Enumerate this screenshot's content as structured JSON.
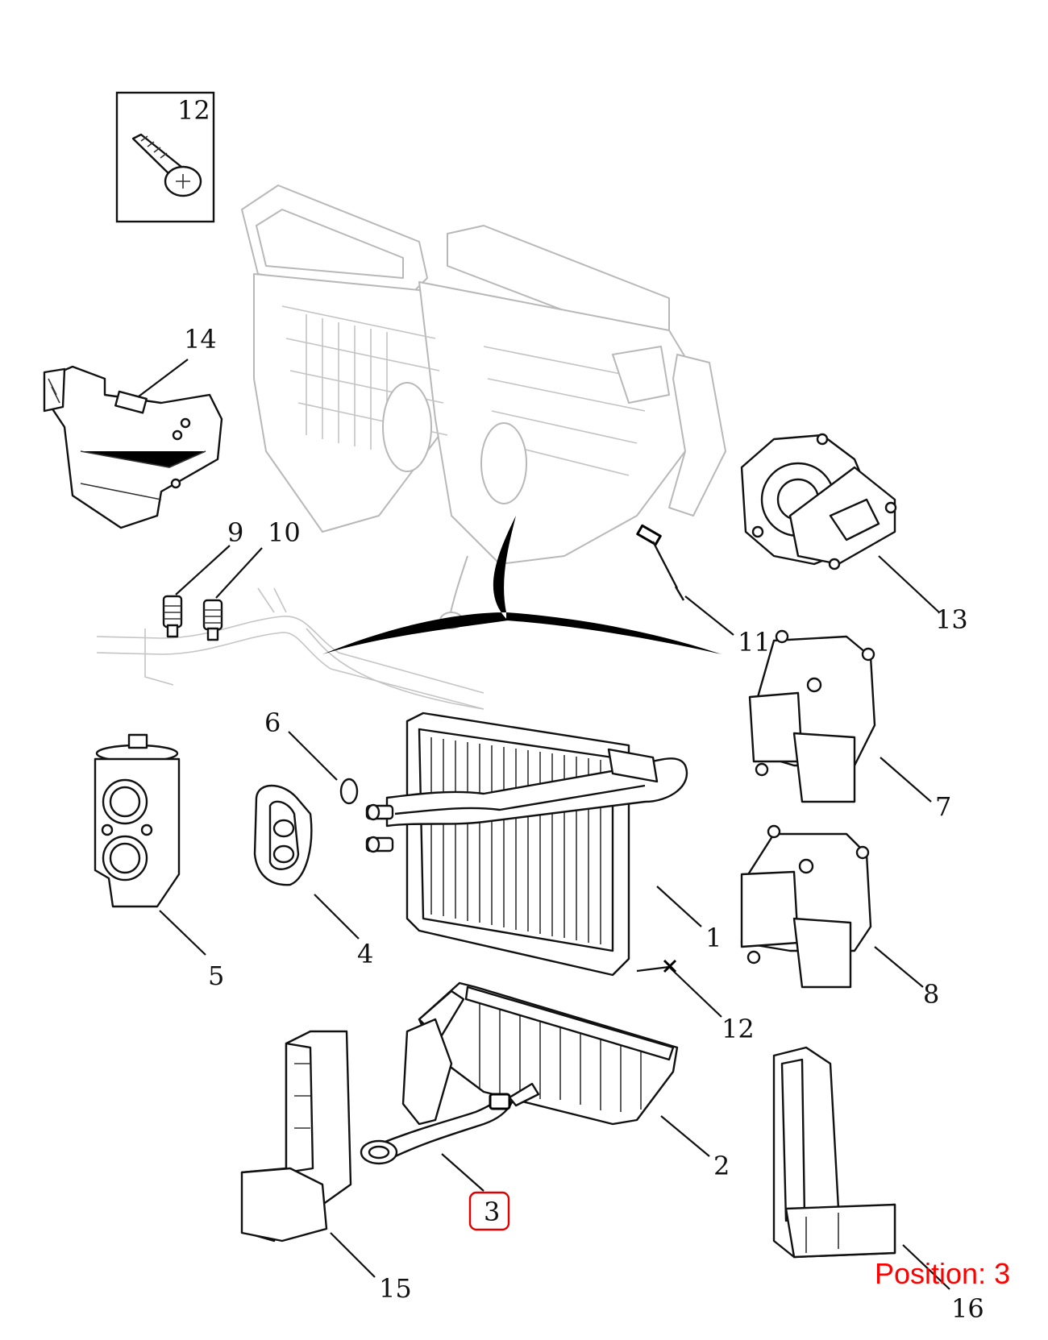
{
  "callouts": {
    "p1": "1",
    "p2": "2",
    "p3": "3",
    "p4": "4",
    "p5": "5",
    "p6": "6",
    "p7": "7",
    "p8": "8",
    "p9": "9",
    "p10": "10",
    "p11": "11",
    "p12_box": "12",
    "p12": "12",
    "p13": "13",
    "p14": "14",
    "p15": "15",
    "p16": "16"
  },
  "position_label": "Position: 3",
  "highlight_color": "#e00000",
  "label_color": "#ff0000"
}
